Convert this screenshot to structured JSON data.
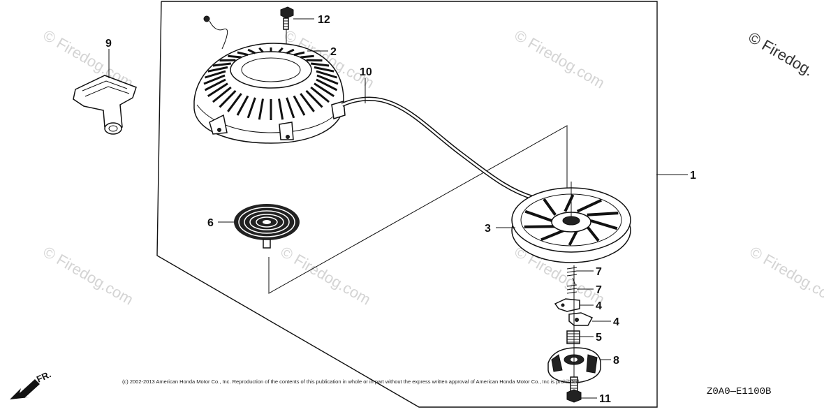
{
  "diagram": {
    "callouts": [
      {
        "id": "1",
        "label": "1"
      },
      {
        "id": "2",
        "label": "2"
      },
      {
        "id": "3",
        "label": "3"
      },
      {
        "id": "4a",
        "label": "4"
      },
      {
        "id": "4b",
        "label": "4"
      },
      {
        "id": "5",
        "label": "5"
      },
      {
        "id": "6",
        "label": "6"
      },
      {
        "id": "7a",
        "label": "7"
      },
      {
        "id": "7b",
        "label": "7"
      },
      {
        "id": "8",
        "label": "8"
      },
      {
        "id": "9",
        "label": "9"
      },
      {
        "id": "10",
        "label": "10"
      },
      {
        "id": "11",
        "label": "11"
      },
      {
        "id": "12",
        "label": "12"
      }
    ],
    "watermark": "© Firedog.com",
    "watermark_corner": "© Firedog.",
    "copyright": "(c) 2002-2013 American Honda Motor Co., Inc. Reproduction of the contents of this publication in whole or in part without the express written approval of American Honda Motor Co., Inc is prohibited.",
    "drawing_code": "Z0A0—E1100B",
    "front_marker": "FR."
  }
}
